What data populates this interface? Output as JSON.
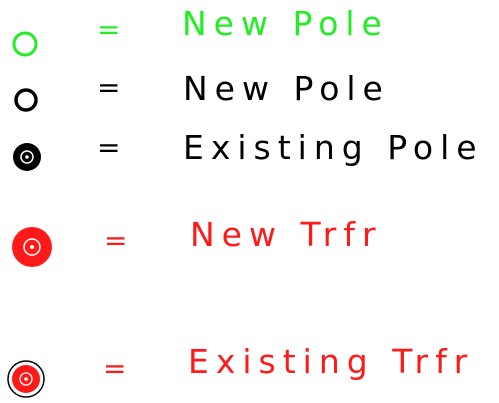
{
  "legend": {
    "rows": [
      {
        "symbol": "open-circle-green-icon",
        "color": "#22ee22",
        "equals": "=",
        "label": "New Pole"
      },
      {
        "symbol": "open-circle-black-icon",
        "color": "#000000",
        "equals": "=",
        "label": "New Pole"
      },
      {
        "symbol": "target-circle-black-icon",
        "color": "#000000",
        "equals": "=",
        "label": "Existing Pole"
      },
      {
        "symbol": "filled-circle-red-icon",
        "color": "#ff1a1a",
        "equals": "=",
        "label": "New Trfr"
      },
      {
        "symbol": "ringed-circle-red-icon",
        "color": "#ff1a1a",
        "equals": "=",
        "label": "Existing Trfr"
      }
    ]
  }
}
